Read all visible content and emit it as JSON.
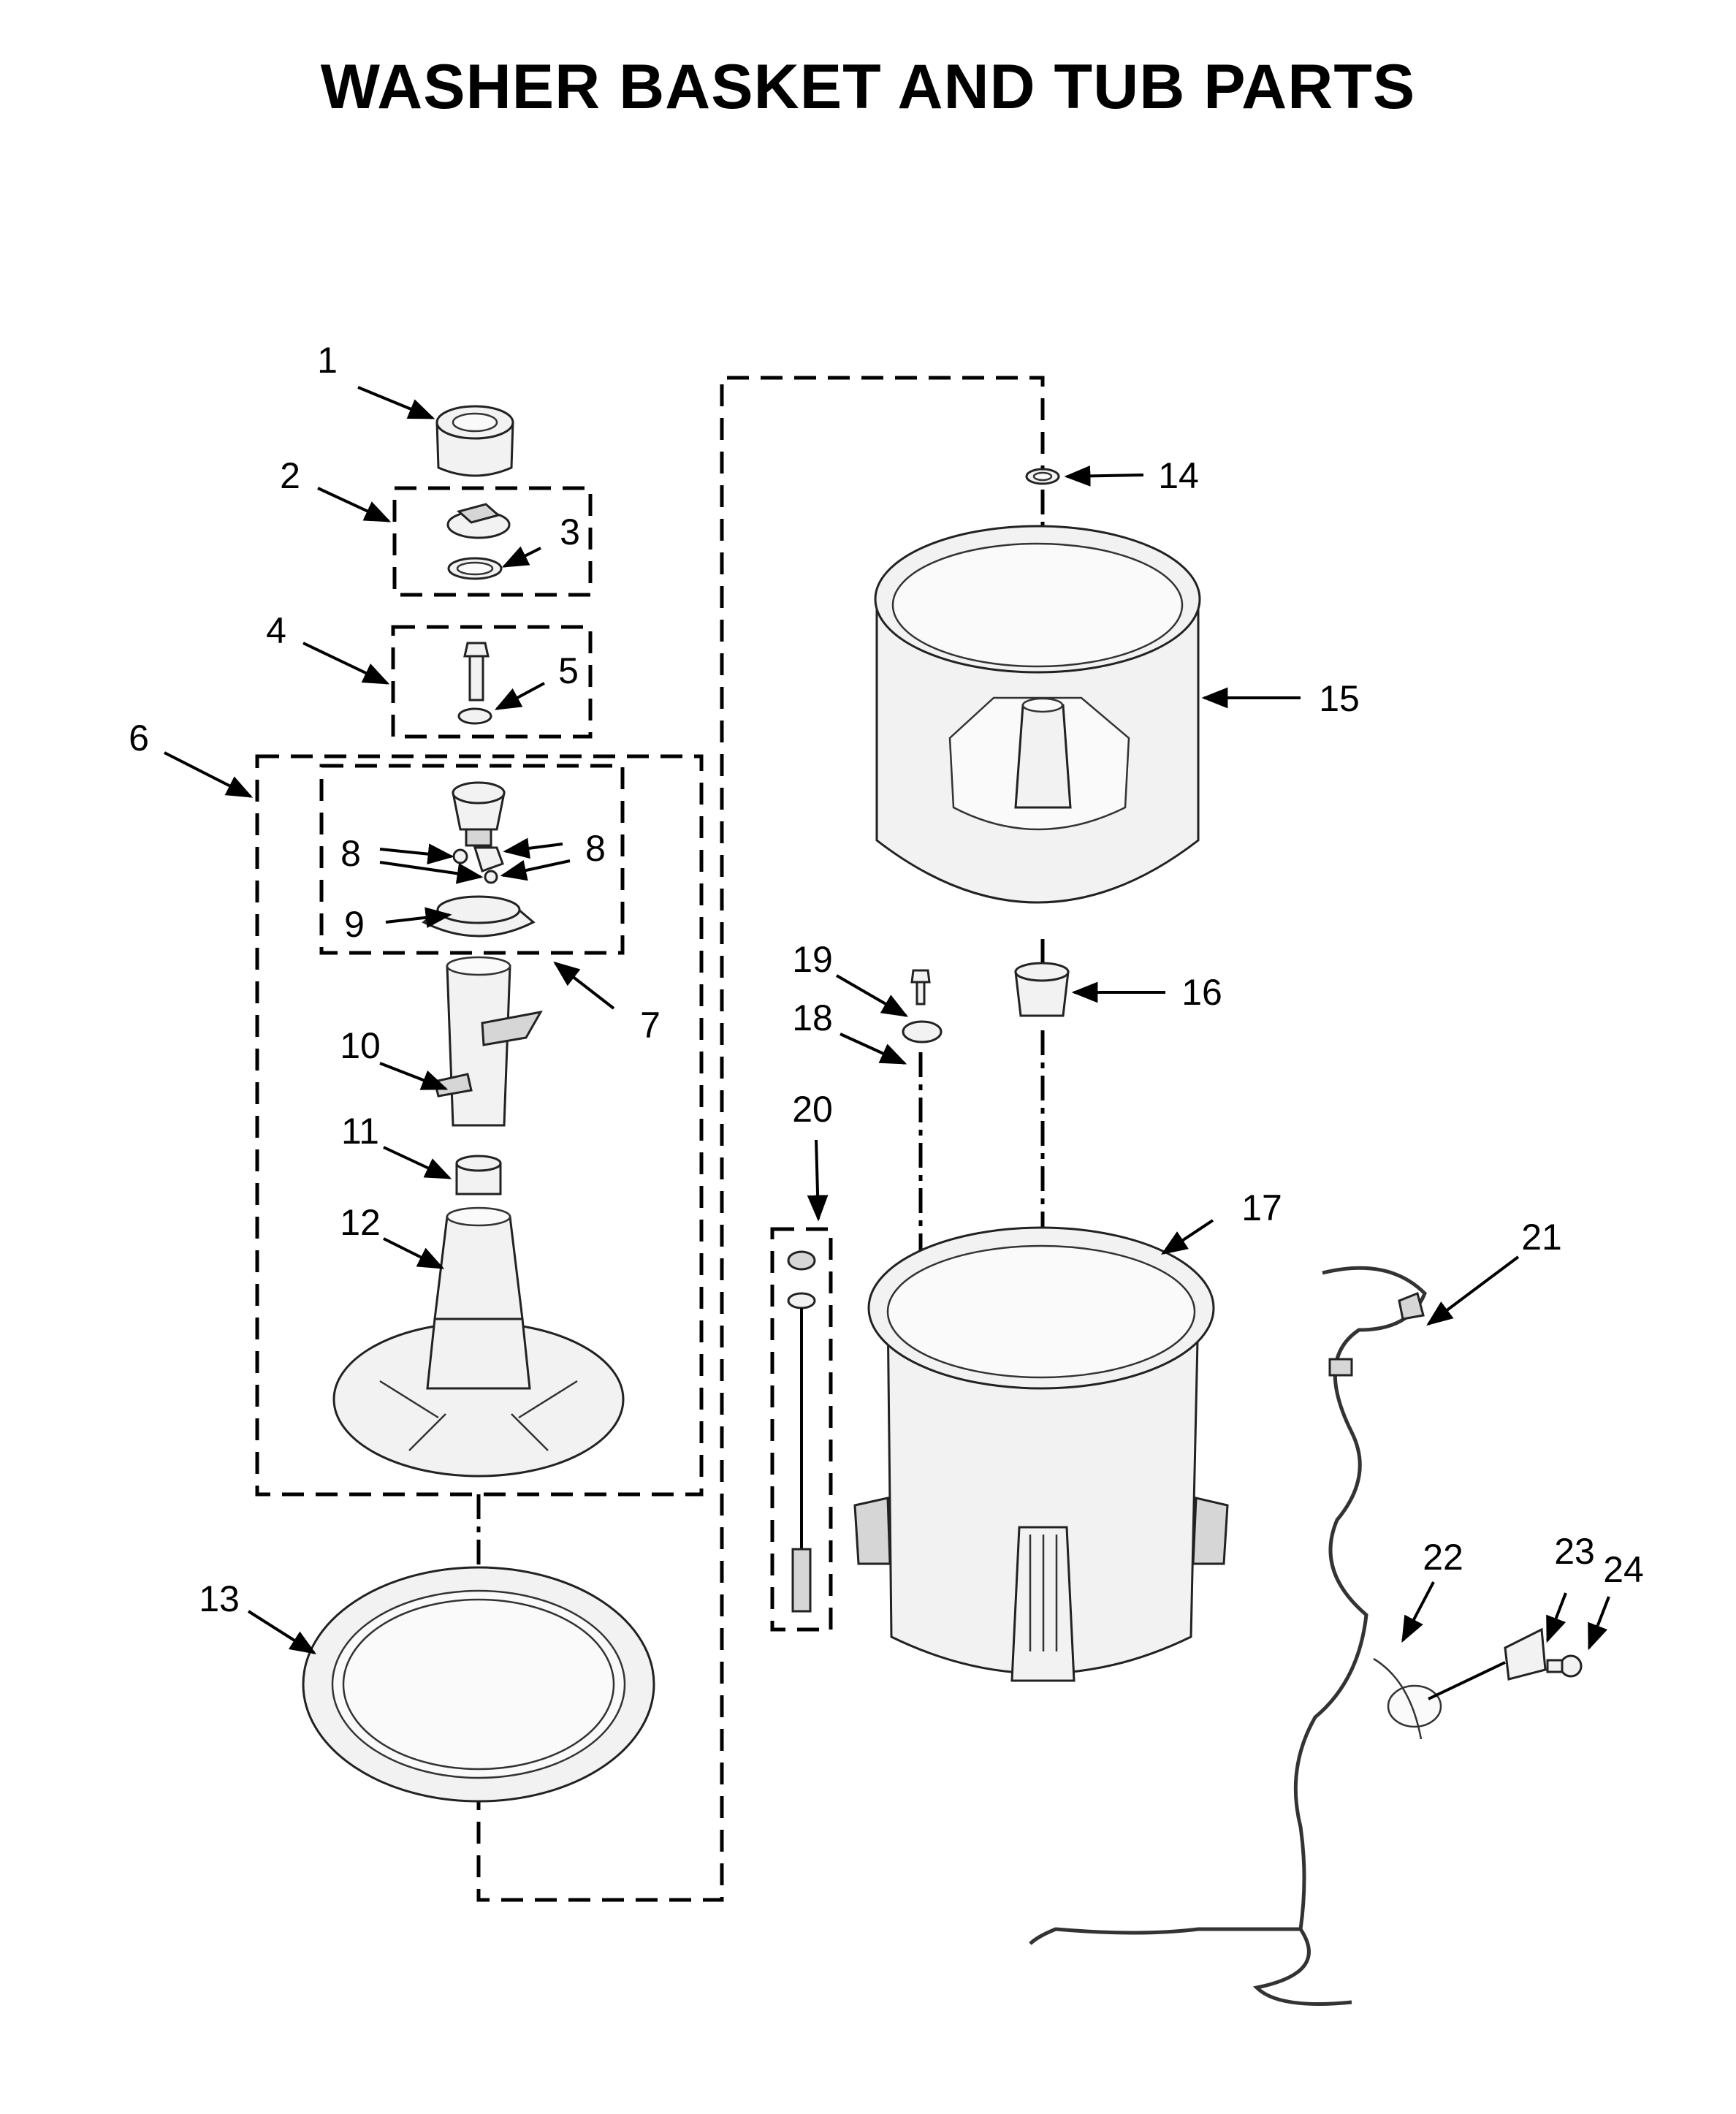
{
  "title": "WASHER BASKET AND TUB PARTS",
  "callouts": {
    "c1": "1",
    "c2": "2",
    "c3": "3",
    "c4": "4",
    "c5": "5",
    "c6": "6",
    "c7": "7",
    "c8a": "8",
    "c8b": "8",
    "c9": "9",
    "c10": "10",
    "c11": "11",
    "c12": "12",
    "c13": "13",
    "c14": "14",
    "c15": "15",
    "c16": "16",
    "c17": "17",
    "c18": "18",
    "c19": "19",
    "c20": "20",
    "c21": "21",
    "c22": "22",
    "c23": "23",
    "c24": "24"
  }
}
